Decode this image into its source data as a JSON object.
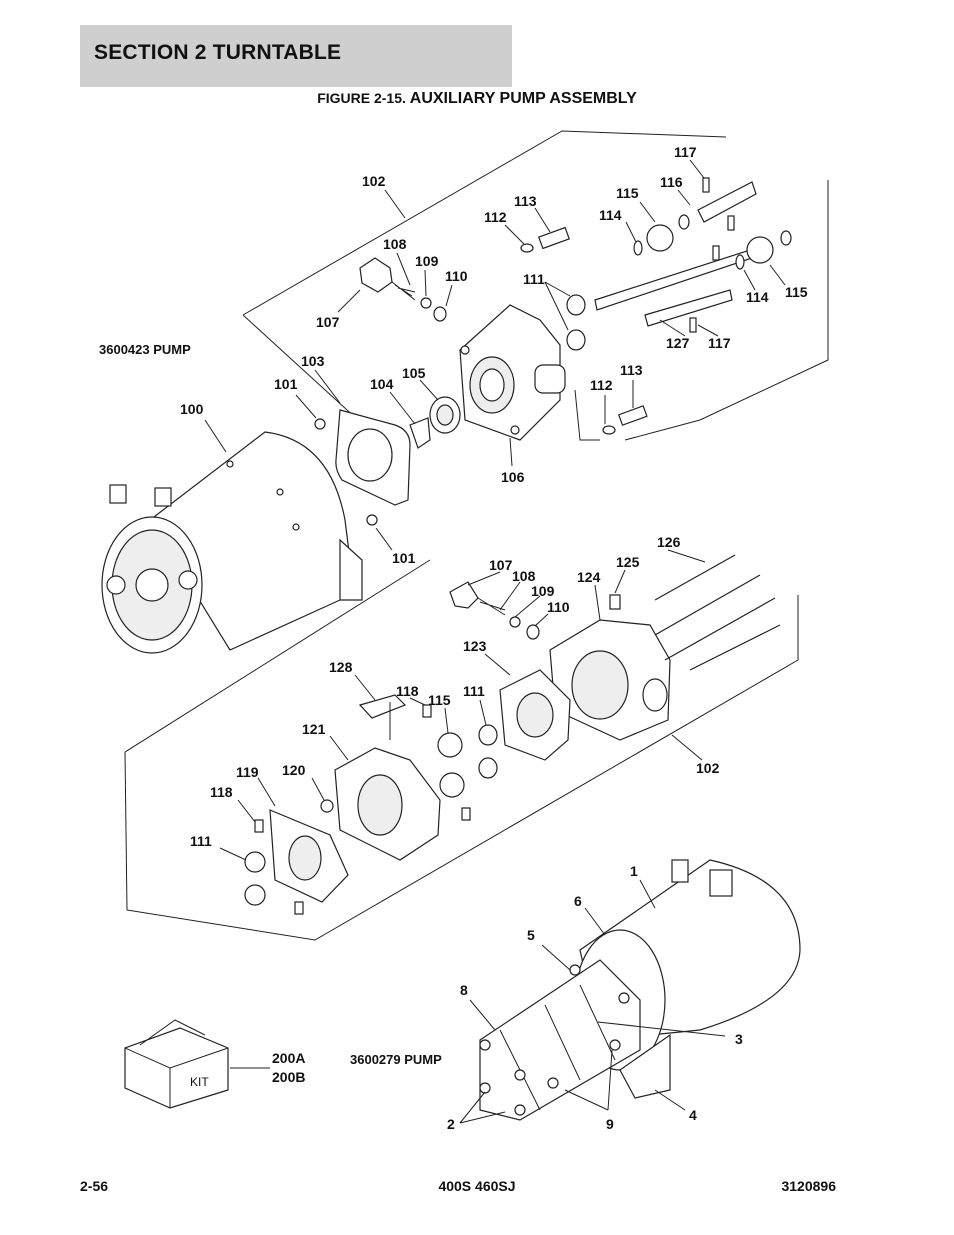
{
  "header": {
    "section": "SECTION 2   TURNTABLE"
  },
  "figure": {
    "prefix": "FIGURE 2-15.",
    "title": "AUXILIARY PUMP ASSEMBLY"
  },
  "pump_labels": {
    "upper": "3600423 PUMP",
    "lower": "3600279 PUMP"
  },
  "kit": {
    "text": "KIT",
    "label_a": "200A",
    "label_b": "200B"
  },
  "callouts_upper": [
    "117",
    "116",
    "115",
    "114",
    "102",
    "113",
    "112",
    "108",
    "109",
    "110",
    "111",
    "107",
    "114",
    "115",
    "127",
    "117",
    "103",
    "101",
    "104",
    "105",
    "100",
    "113",
    "112",
    "106",
    "101"
  ],
  "callouts_middle": [
    "126",
    "107",
    "108",
    "125",
    "124",
    "109",
    "110",
    "123",
    "128",
    "118",
    "111",
    "115",
    "121",
    "119",
    "120",
    "102",
    "118",
    "111"
  ],
  "callouts_lower": [
    "1",
    "6",
    "5",
    "8",
    "3",
    "4",
    "2",
    "9"
  ],
  "footer": {
    "left": "2-56",
    "center": "400S 460SJ",
    "right": "3120896"
  }
}
